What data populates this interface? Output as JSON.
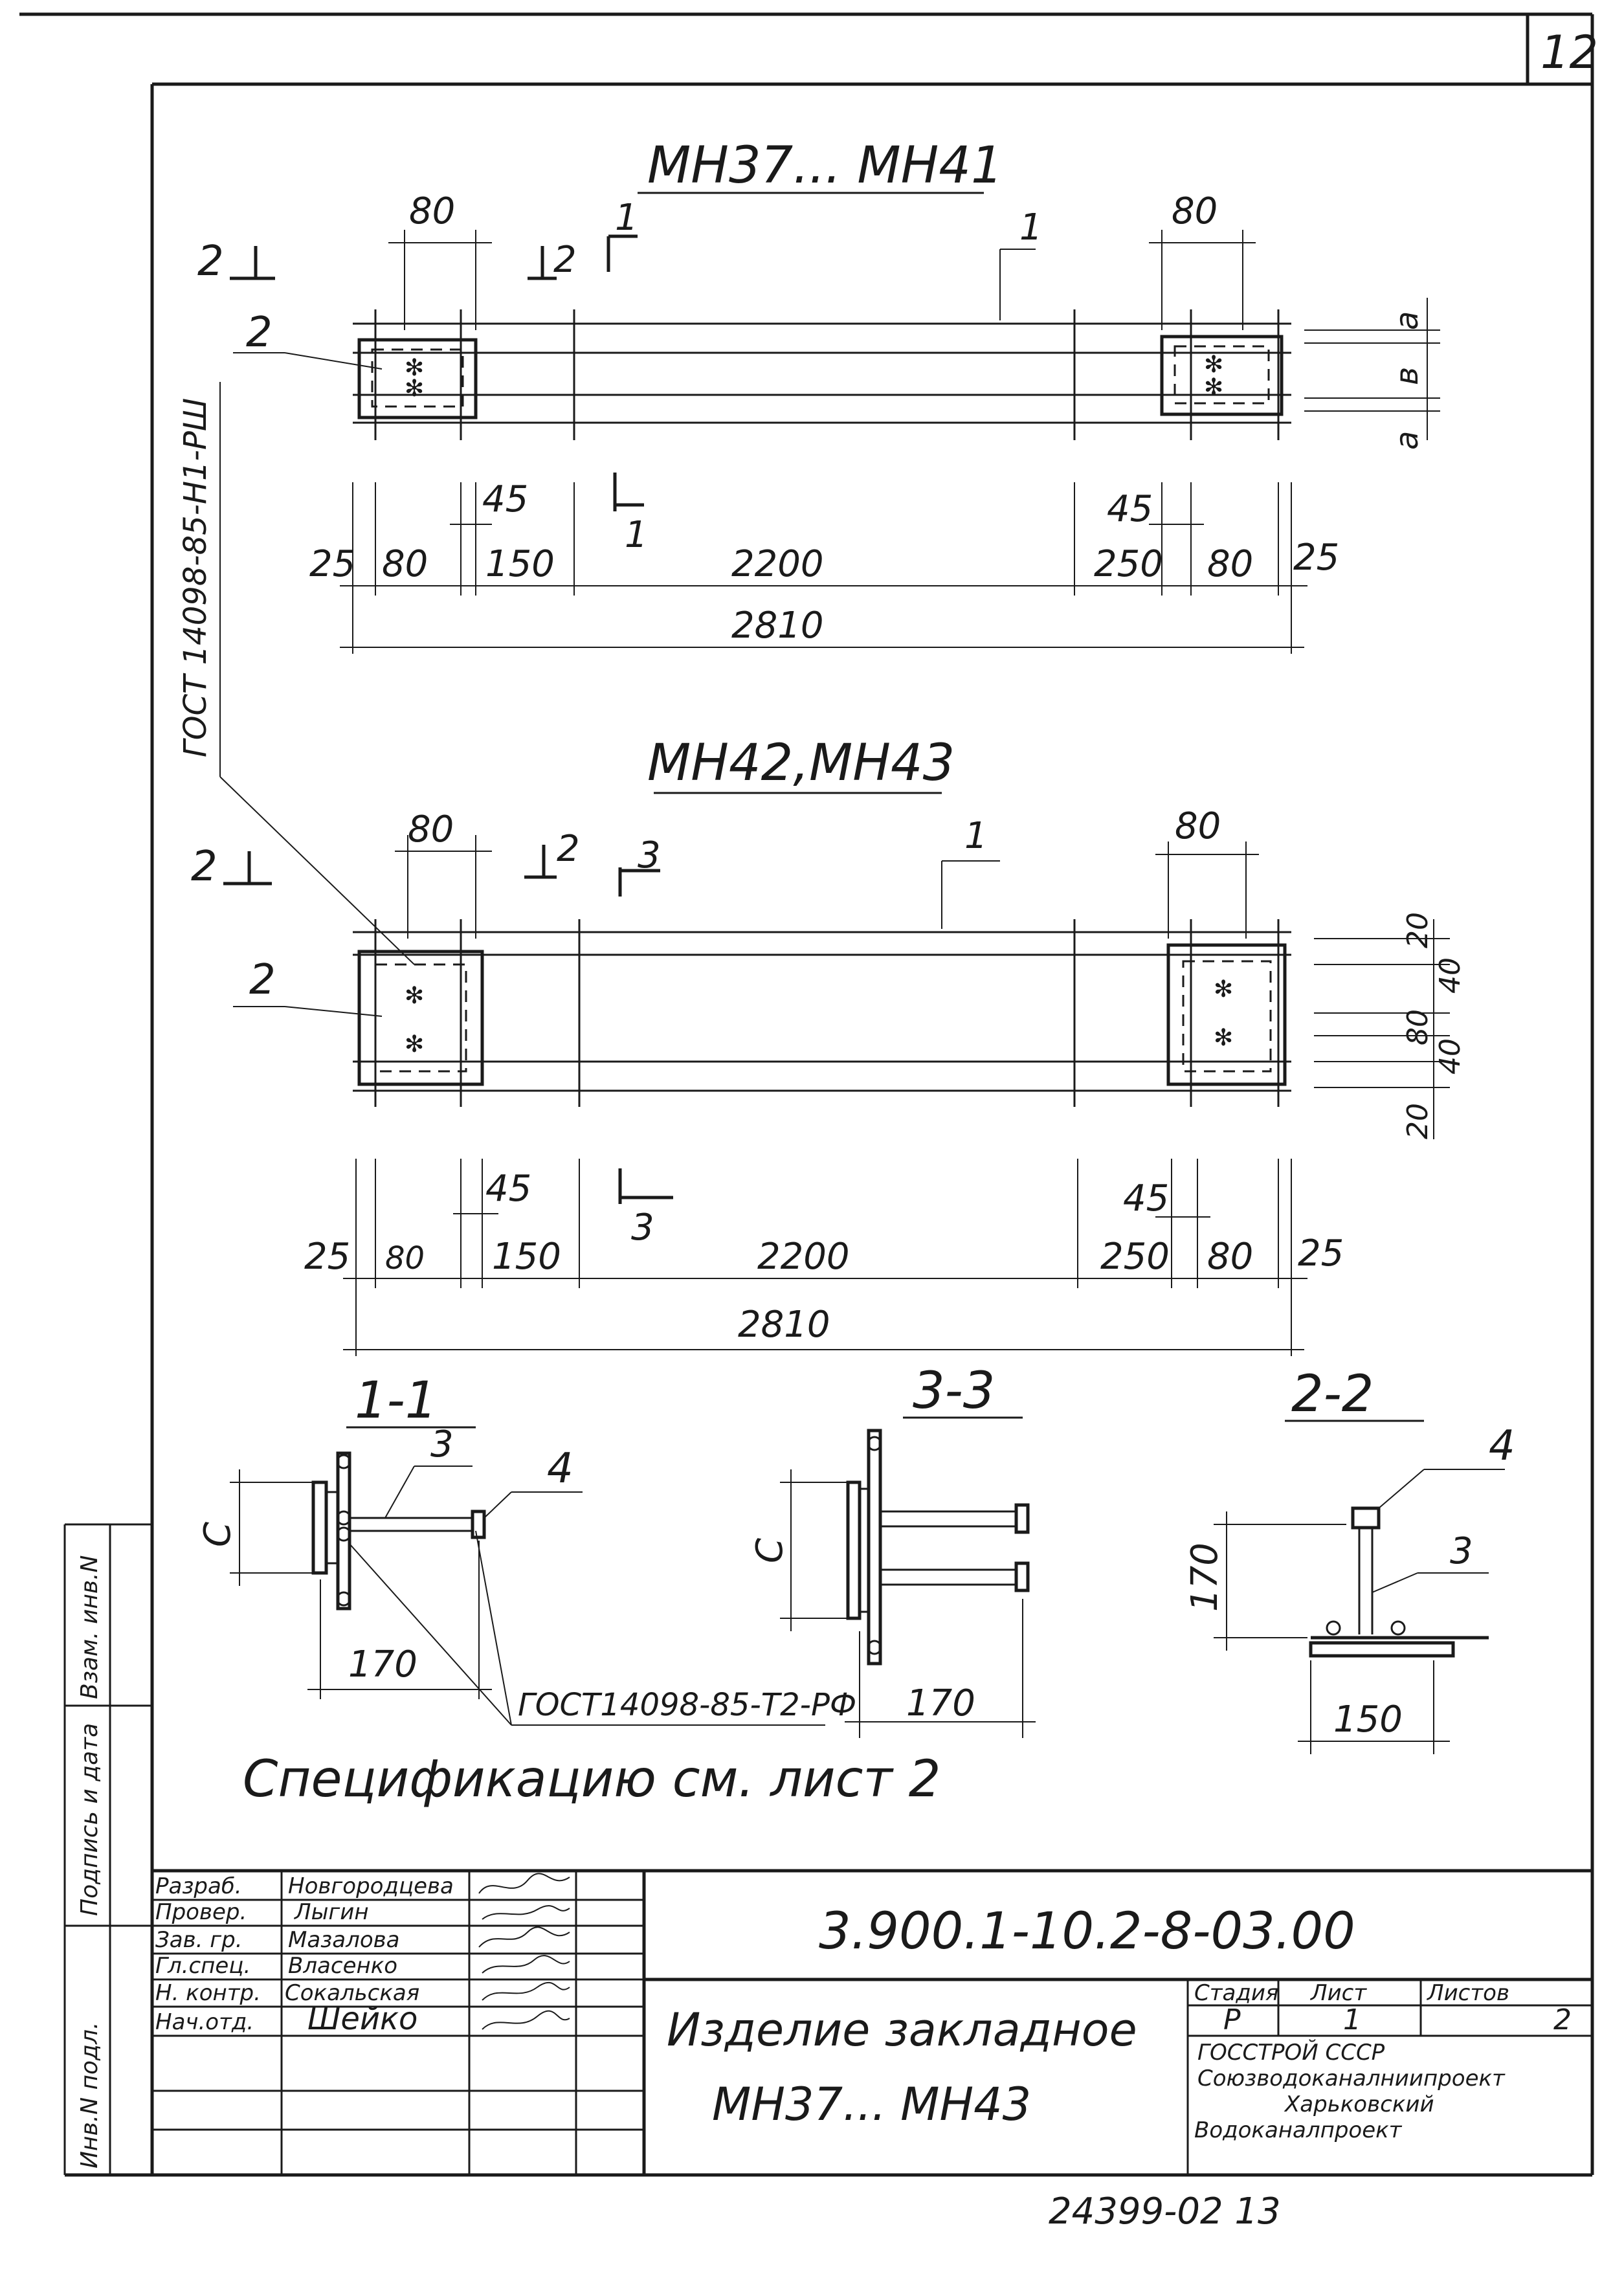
{
  "sheet_number": "12",
  "plan_top": {
    "title": "МН37... МН41",
    "cut_marks": {
      "left_2": "2",
      "inner_2": "2",
      "section_1": "1",
      "section_1_bottom": "1"
    },
    "callouts": {
      "pos_1": "1",
      "pos_2": "2"
    },
    "dims_upper": {
      "left_80": "80",
      "right_80": "80"
    },
    "side_dims": {
      "a_top": "a",
      "b": "в",
      "a_bottom": "a"
    },
    "dims_lower": {
      "d45_left": "45",
      "d45_right": "45",
      "d25_left": "25",
      "d80_left": "80",
      "d150": "150",
      "d2200": "2200",
      "d250": "250",
      "d80_right": "80",
      "d25_right": "25",
      "total": "2810"
    }
  },
  "gost_vertical": "ГОСТ 14098-85-Н1-РШ",
  "plan_bottom": {
    "title": "МН42,МН43",
    "cut_marks": {
      "left_2": "2",
      "inner_2": "2",
      "section_3": "3",
      "section_3_bottom": "3"
    },
    "callouts": {
      "pos_1": "1",
      "pos_2": "2"
    },
    "dims_upper": {
      "left_80": "80",
      "right_80": "80"
    },
    "side_dims": {
      "d20_top": "20",
      "d40_top": "40",
      "d80": "80",
      "d40_bottom": "40",
      "d20_bottom": "20"
    },
    "dims_lower": {
      "d45_left": "45",
      "d45_right": "45",
      "d25_left": "25",
      "d80_left": "80",
      "d150": "150",
      "d2200": "2200",
      "d250": "250",
      "d80_right": "80",
      "d25_right": "25",
      "total": "2810"
    }
  },
  "sections": {
    "s11": {
      "title": "1-1",
      "c": "C",
      "dim": "170",
      "pos_3": "3",
      "pos_4": "4"
    },
    "s33": {
      "title": "3-3",
      "c": "C",
      "dim": "170"
    },
    "s22": {
      "title": "2-2",
      "dim_v": "170",
      "dim_h": "150",
      "pos_3": "3",
      "pos_4": "4"
    },
    "gost_bottom": "ГОСТ14098-85-Т2-РФ"
  },
  "note": "Спецификацию см. лист 2",
  "side_stamp": {
    "inv_podl": "Инв.N подл.",
    "podpis_data": "Подпись и дата",
    "vzam_inv": "Взам. инв.N"
  },
  "title_block": {
    "roles": [
      {
        "role": "Разраб.",
        "name": "Новгородцева"
      },
      {
        "role": "Провер.",
        "name": "Лыгин"
      },
      {
        "role": "Зав. гр.",
        "name": "Мазалова"
      },
      {
        "role": "Гл.спец.",
        "name": "Власенко"
      },
      {
        "role": "Н. контр.",
        "name": "Сокальская"
      },
      {
        "role": "Нач.отд.",
        "name": "Шейко"
      }
    ],
    "doc_code": "3.900.1-10.2-8-03.00",
    "item_name_line1": "Изделие закладное",
    "item_name_line2": "МН37... МН43",
    "stage_header": "Стадия",
    "sheet_header": "Лист",
    "sheets_header": "Листов",
    "stage_value": "Р",
    "sheet_value": "1",
    "sheets_value": "2",
    "org_line1": "ГОССТРОЙ СССР",
    "org_line2": "Союзводоканалниипроект",
    "org_line3": "Харьковский",
    "org_line4": "Водоканалпроект"
  },
  "archive_number": "24399-02 13"
}
